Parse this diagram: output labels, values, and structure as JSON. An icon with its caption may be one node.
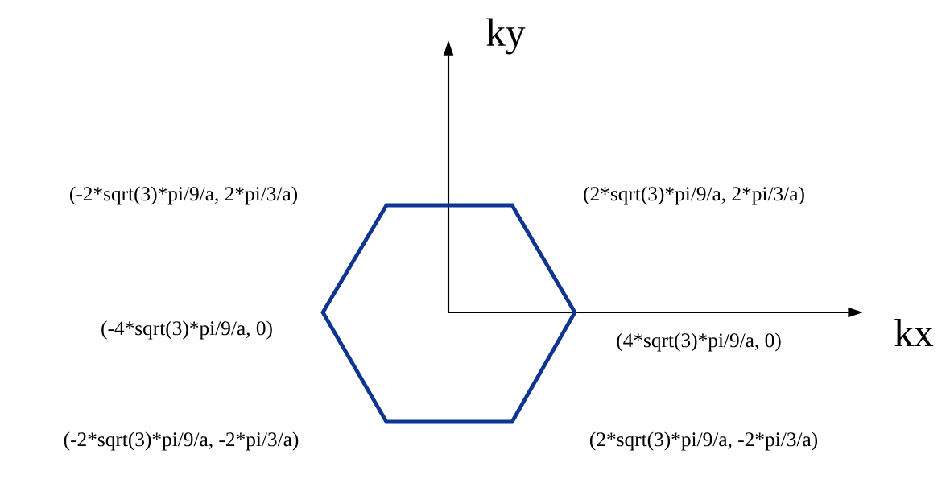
{
  "diagram": {
    "labels": [
      "ky",
      "(-2*sqrt(3)*pi/9/a, 2*pi/3/a)",
      "(2*sqrt(3)*pi/9/a, 2*pi/3/a)",
      "(-4*sqrt(3)*pi/9/a, 0)",
      "kx",
      "(4*sqrt(3)*pi/9/a, 0)",
      "(-2*sqrt(3)*pi/9/a, -2*pi/3/a)",
      "(2*sqrt(3)*pi/9/a, -2*pi/3/a)"
    ]
  }
}
